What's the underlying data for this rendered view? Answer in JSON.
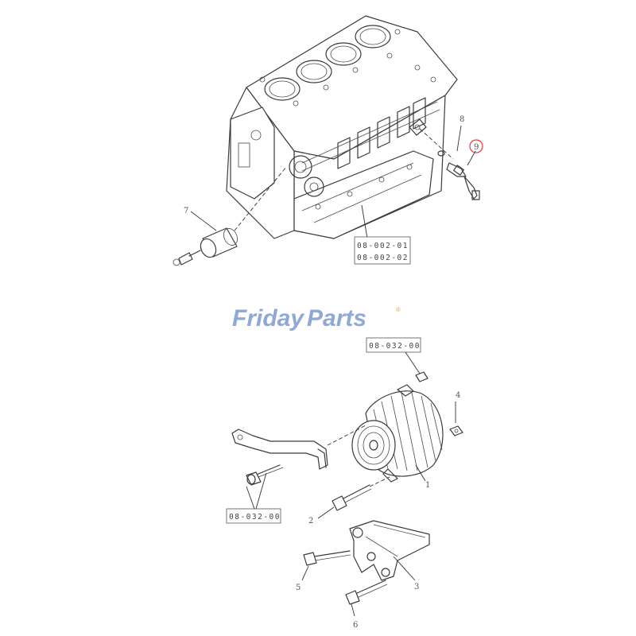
{
  "brand": {
    "name_part1": "Friday",
    "name_part2": "Parts",
    "trademark": "®",
    "color_primary": "#8fa8d6",
    "color_accent": "#f2a93b"
  },
  "upper_diagram": {
    "callouts": {
      "c7": "7",
      "c8": "8",
      "c9": "9"
    },
    "highlight_color": "#e23b3b",
    "ref_box": {
      "line1": "08-002-01",
      "line2": "08-002-02"
    }
  },
  "lower_diagram": {
    "ref_top": "08-032-00",
    "ref_left": "08-032-00",
    "callouts": {
      "c1": "1",
      "c2": "2",
      "c3": "3",
      "c4": "4",
      "c5": "5",
      "c6": "6"
    }
  }
}
